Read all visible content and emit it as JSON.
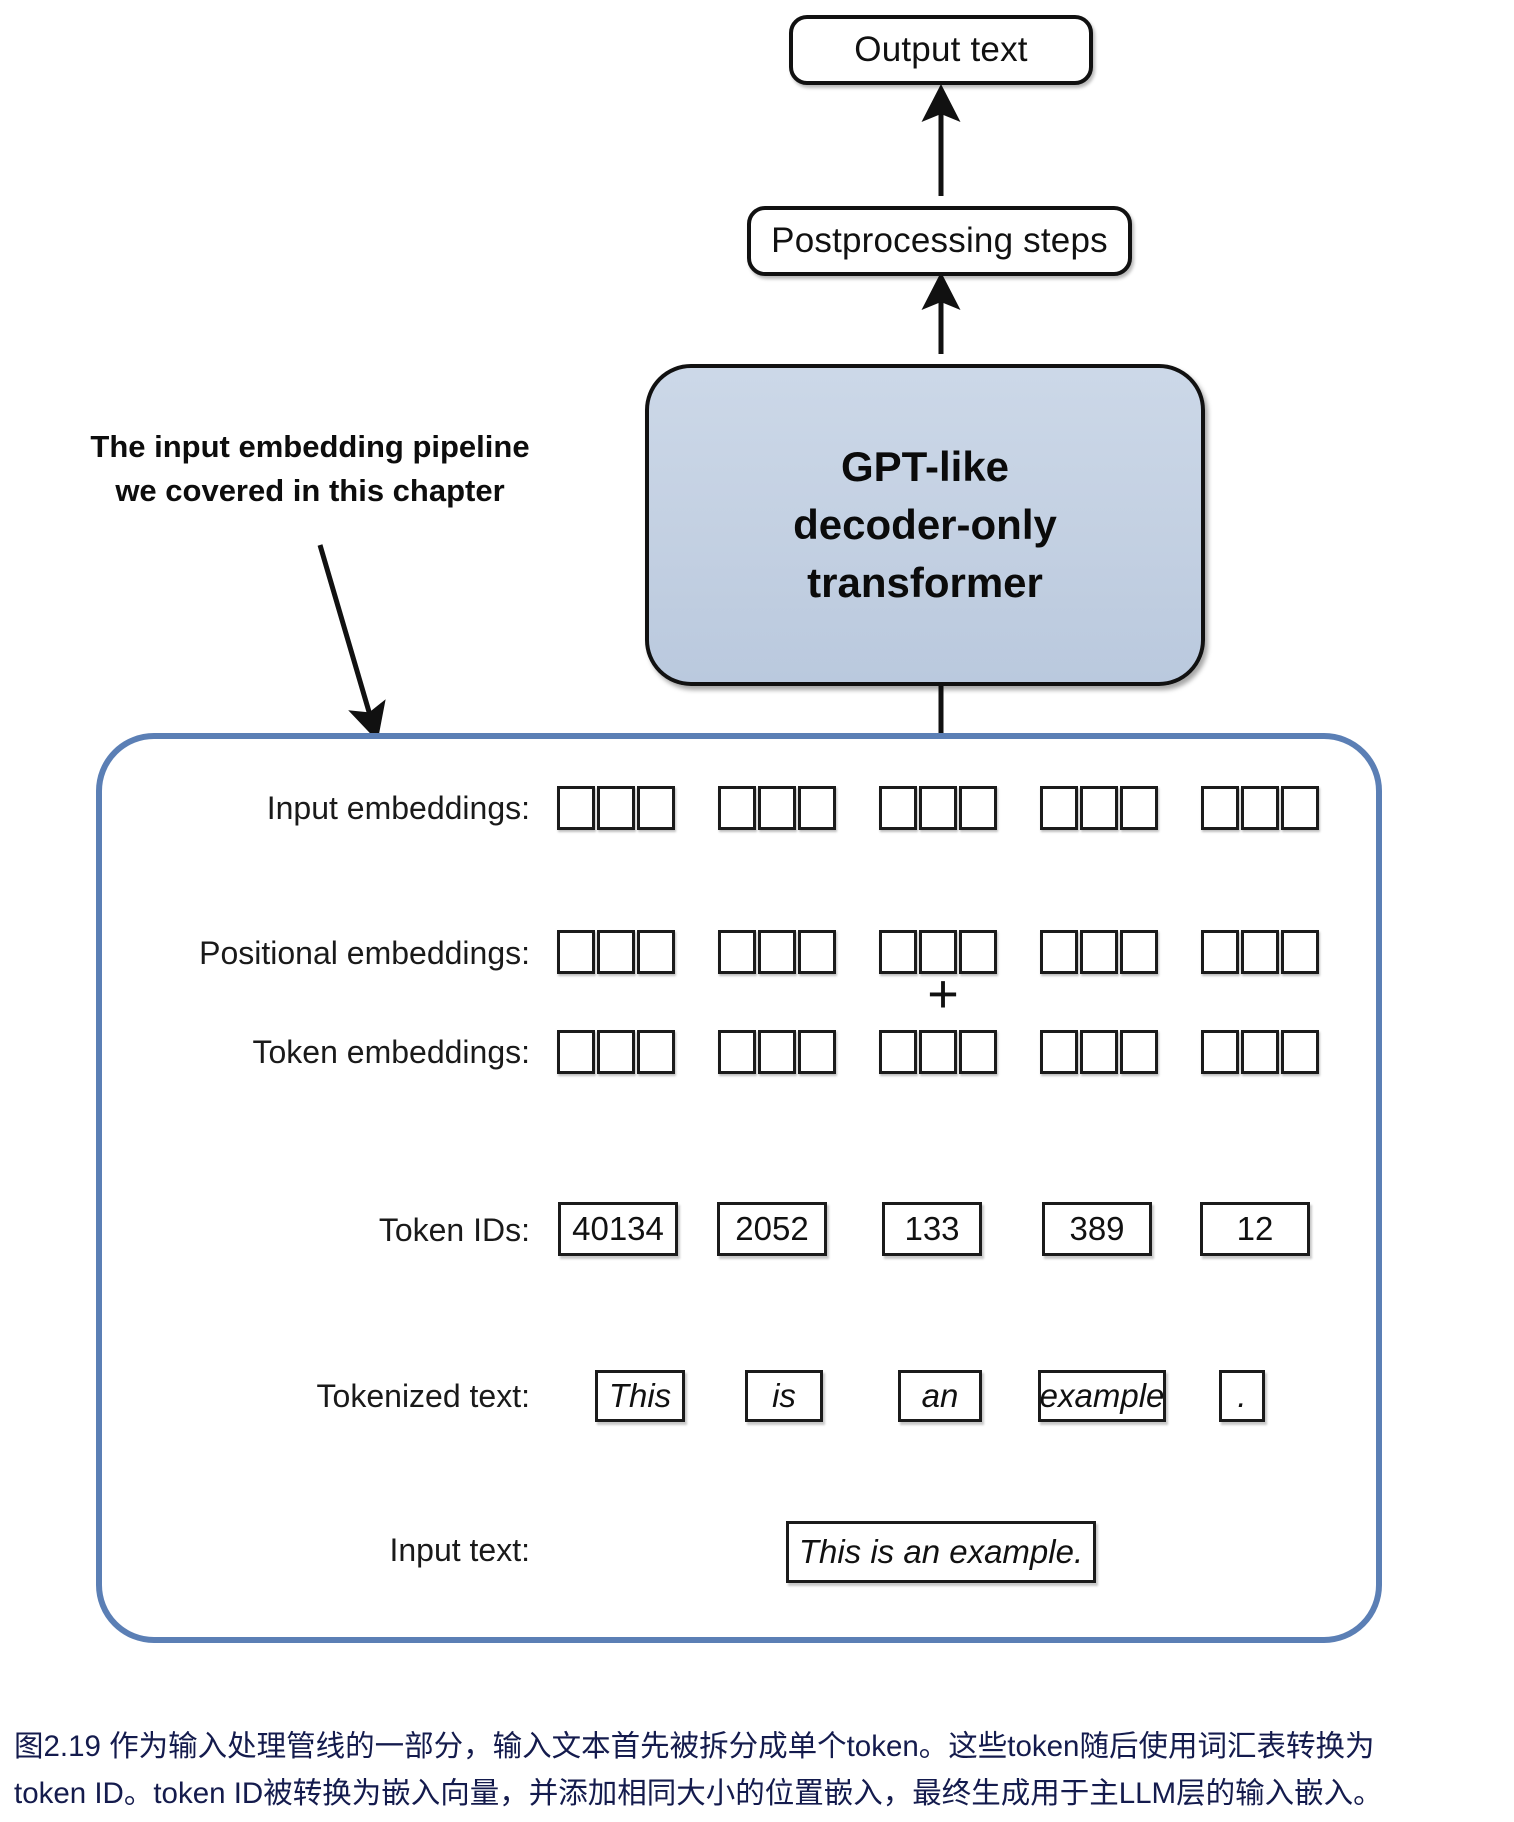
{
  "diagram": {
    "top_flow": {
      "output_text": "Output text",
      "postprocessing": "Postprocessing steps",
      "model_lines": [
        "GPT-like",
        "decoder-only",
        "transformer"
      ]
    },
    "annotation": {
      "line1": "The input embedding pipeline",
      "line2": "we covered in this chapter"
    },
    "rows": {
      "input_embeddings_label": "Input embeddings:",
      "positional_embeddings_label": "Positional embeddings:",
      "token_embeddings_label": "Token embeddings:",
      "token_ids_label": "Token IDs:",
      "tokenized_text_label": "Tokenized text:",
      "input_text_label": "Input text:"
    },
    "plus_symbol": "+",
    "token_ids": [
      "40134",
      "2052",
      "133",
      "389",
      "12"
    ],
    "tokens": [
      "This",
      "is",
      "an",
      "example",
      "."
    ],
    "input_text": "This is an example.",
    "embedding_cells_per_group": 3,
    "embedding_groups": 5,
    "colors": {
      "model_box_fill": "#c5d2e4",
      "pipeline_border": "#5b7fb5",
      "stroke": "#111111",
      "caption_text": "#141b4d"
    }
  },
  "caption": {
    "line1": "图2.19 作为输入处理管线的一部分，输入文本首先被拆分成单个token。这些token随后使用词汇表转换为",
    "line2": "token ID。token ID被转换为嵌入向量，并添加相同大小的位置嵌入，最终生成用于主LLM层的输入嵌入。"
  }
}
